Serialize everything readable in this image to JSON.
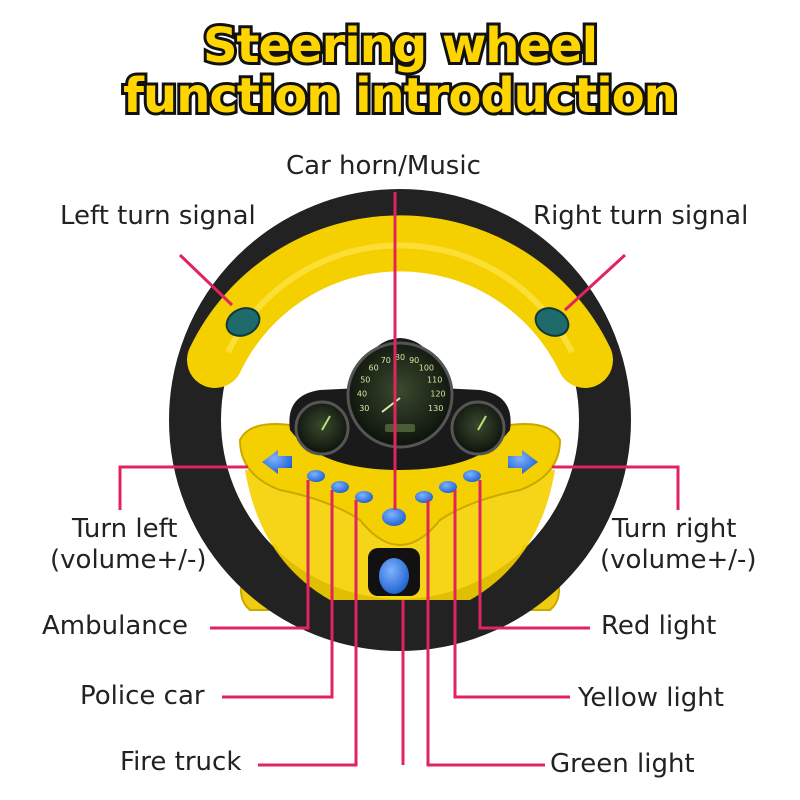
{
  "title": {
    "line1": "Steering wheel",
    "line2": "function introduction"
  },
  "labels": {
    "horn": "Car horn/Music",
    "left_signal": "Left turn signal",
    "right_signal": "Right turn signal",
    "turn_left_1": "Turn left",
    "turn_left_2": "(volume+/-)",
    "turn_right_1": "Turn right",
    "turn_right_2": "(volume+/-)",
    "ambulance": "Ambulance",
    "red_light": "Red light",
    "police": "Police car",
    "yellow_light": "Yellow light",
    "fire_truck": "Fire truck",
    "green_light": "Green light"
  },
  "dial_numbers": [
    "30",
    "40",
    "50",
    "60",
    "70",
    "80",
    "90",
    "100",
    "110",
    "120",
    "130"
  ],
  "colors": {
    "wheel_yellow": "#f5d000",
    "wheel_black": "#222222",
    "leader_line": "#e0245e",
    "button_blue": "#2d73d8",
    "title_yellow": "#ffd500"
  }
}
